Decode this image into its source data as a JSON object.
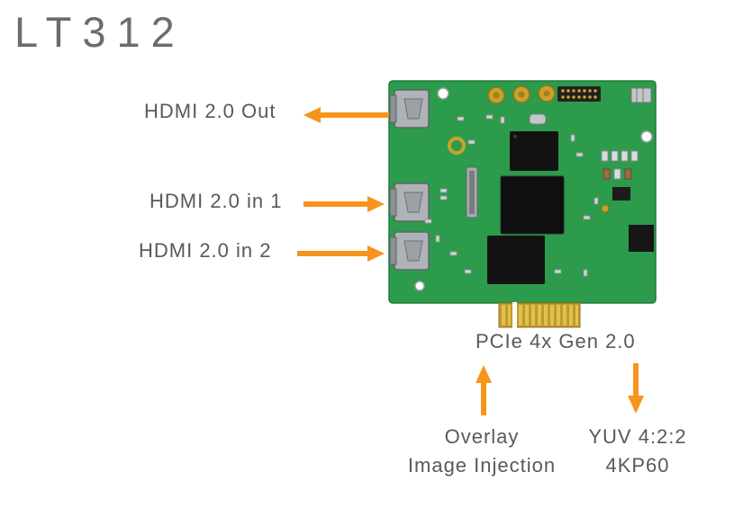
{
  "title": "LT312",
  "annotations": {
    "hdmi_out": "HDMI 2.0 Out",
    "hdmi_in_1": "HDMI 2.0 in 1",
    "hdmi_in_2": "HDMI 2.0 in 2",
    "pcie": "PCIe 4x Gen 2.0",
    "overlay": {
      "line1": "Overlay",
      "line2": "Image Injection"
    },
    "yuv": {
      "line1": "YUV 4:2:2",
      "line2": "4KP60"
    }
  },
  "colors": {
    "arrow_orange": "#F7941D",
    "label_grey": "#58595B",
    "pcb_green": "#2C9B4B",
    "gold": "#C9A22E"
  }
}
